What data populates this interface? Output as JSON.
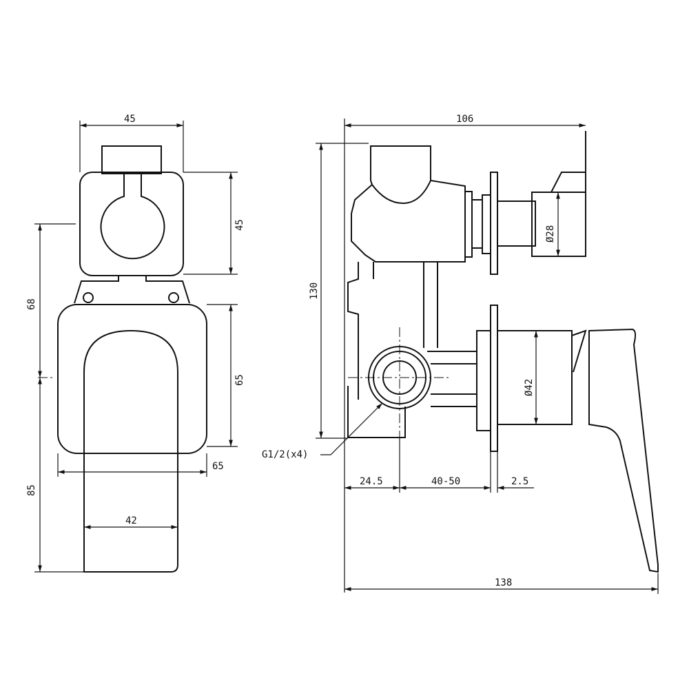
{
  "dimensions": {
    "front_top_width": "45",
    "front_top_height": "45",
    "front_offset_height": "68",
    "front_plate_height": "65",
    "front_plate_width": "65",
    "front_lever_length": "85",
    "front_lever_width": "42",
    "side_top_width": "106",
    "side_height": "130",
    "side_diameter_small": "Ø28",
    "side_diameter_large": "Ø42",
    "thread_callout": "G1/2(x4)",
    "depth_body": "24.5",
    "depth_wall": "40-50",
    "depth_plate": "2.5",
    "side_total_width": "138"
  }
}
